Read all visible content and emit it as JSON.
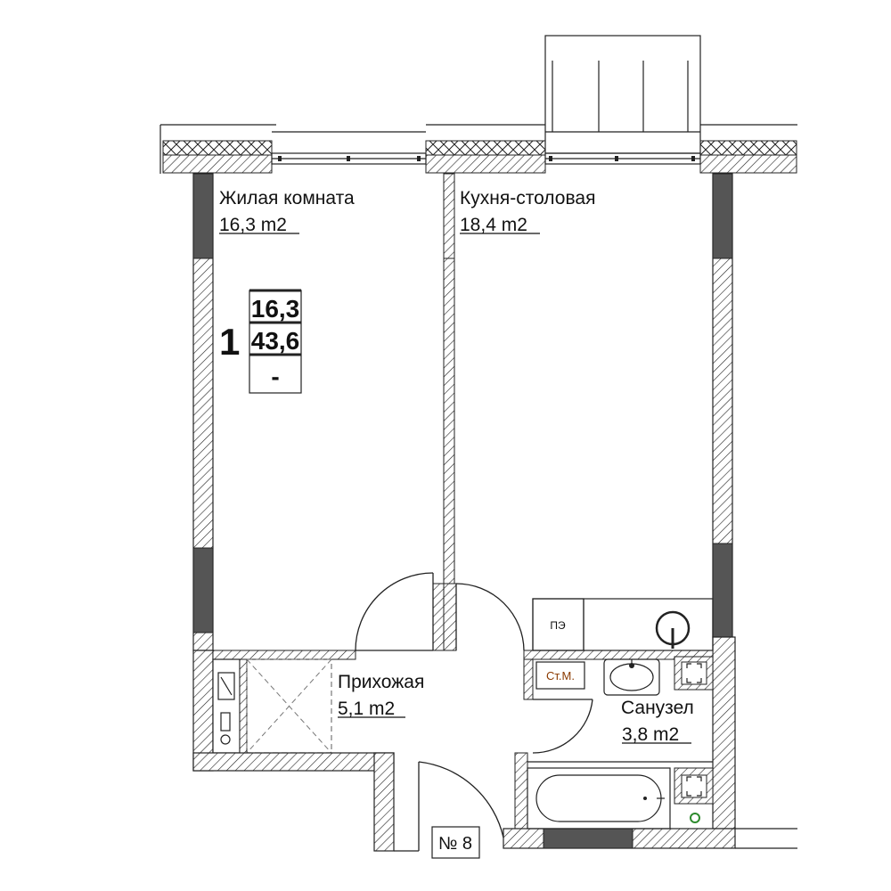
{
  "rooms": {
    "living": {
      "name": "Жилая комната",
      "area": "16,3 m2"
    },
    "kitchen": {
      "name": "Кухня-столовая",
      "area": "18,4 m2"
    },
    "hallway": {
      "name": "Прихожая",
      "area": "5,1 m2"
    },
    "bathroom": {
      "name": "Санузел",
      "area": "3,8 m2"
    }
  },
  "apartment_badge": {
    "rooms_count": "1",
    "living_area": "16,3",
    "total_area": "43,6",
    "extra": "-"
  },
  "fixtures": {
    "stove_label": "ПЭ",
    "washer_label": "Ст.М."
  },
  "apartment_number": "№ 8",
  "colors": {
    "line": "#222222",
    "dark_wall": "#555555",
    "washer_text": "#8b3a00",
    "diagonal": "#777777",
    "drain_marker": "#2e8b2e"
  },
  "icons": [
    "sink-icon",
    "bathtub-icon",
    "toilet-riser-icon",
    "stove-icon",
    "floor-drain-icon"
  ]
}
